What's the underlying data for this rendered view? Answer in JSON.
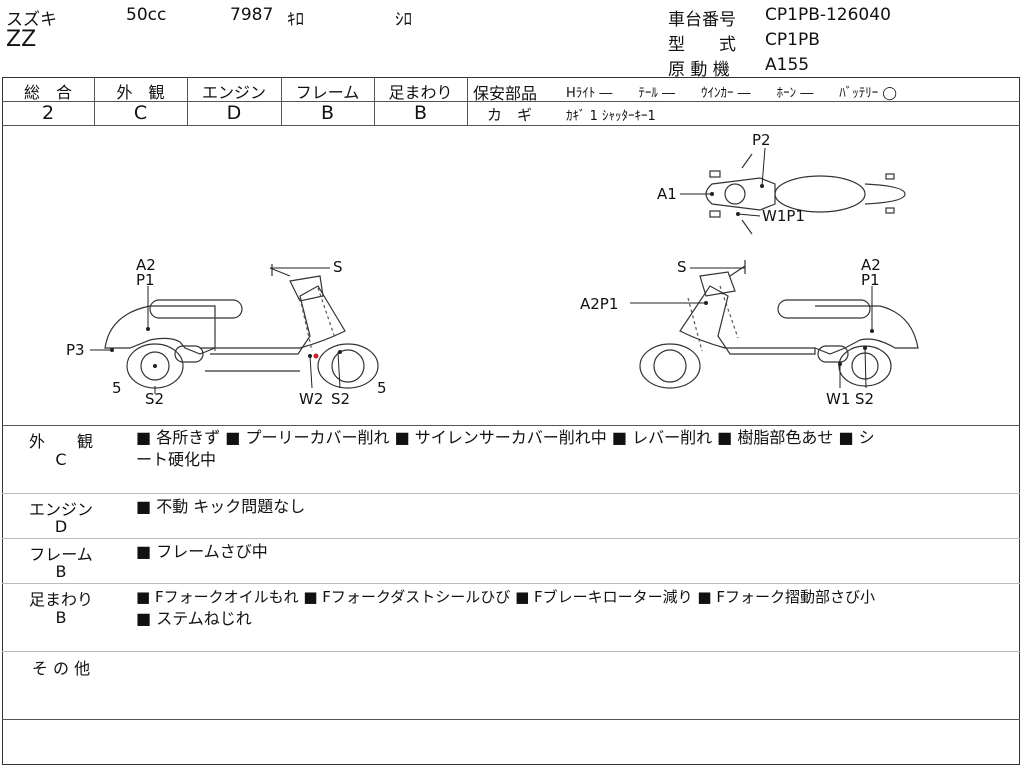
{
  "header": {
    "maker": "スズキ",
    "displacement": "50cc",
    "mileage": "7987",
    "mileage_unit": "ｷﾛ",
    "color": "ｼﾛ",
    "model": "ZZ",
    "frame_no_label": "車台番号",
    "frame_no_value": "CP1PB-126040",
    "type_label": "型　　式",
    "type_value": "CP1PB",
    "engine_label": "原 動 機",
    "engine_value": "A155"
  },
  "grades": {
    "overall_label": "総　合",
    "overall_value": "2",
    "exterior_label": "外　観",
    "exterior_value": "C",
    "engine_label": "エンジン",
    "engine_value": "D",
    "frame_label": "フレーム",
    "frame_value": "B",
    "suspension_label": "足まわり",
    "suspension_value": "B"
  },
  "safety": {
    "label": "保安部品",
    "items": "Hﾗｲﾄ ―　　ﾃｰﾙ ―　　ｳｲﾝｶｰ ―　　ﾎｰﾝ ―　　ﾊﾞｯﾃﾘｰ ◯",
    "key_label": "カ　ギ",
    "key_value": "ｶｷﾞ 1 ｼｬｯﾀｰｷｰ1"
  },
  "diagram_labels": {
    "top_p2": "P2",
    "top_a1": "A1",
    "top_w1p1": "W1P1",
    "left_a2": "A2",
    "left_p1": "P1",
    "left_s": "S",
    "left_p3": "P3",
    "left_5a": "5",
    "left_s2a": "S2",
    "left_w2": "W2",
    "left_s2b": "S2",
    "left_5b": "5",
    "right_s": "S",
    "right_a2": "A2",
    "right_p1": "P1",
    "right_a2p1": "A2P1",
    "right_w1": "W1",
    "right_s2": "S2"
  },
  "remarks": {
    "exterior_label": "外　　観",
    "exterior_grade": "C",
    "exterior_line1": "■ 各所きず ■ プーリーカバー削れ ■ サイレンサーカバー削れ中 ■ レバー削れ ■ 樹脂部色あせ ■ シ",
    "exterior_line2": "ート硬化中",
    "engine_label": "エンジン",
    "engine_grade": "D",
    "engine_line1": "■ 不動 キック問題なし",
    "frame_label": "フレーム",
    "frame_grade": "B",
    "frame_line1": "■ フレームさび中",
    "suspension_label": "足まわり",
    "suspension_grade": "B",
    "suspension_line1": "■ Fフォークオイルもれ ■ Fフォークダストシールひび ■ Fブレーキローター減り ■ Fフォーク摺動部さび小",
    "suspension_line2": "■ ステムねじれ",
    "other_label": "そ の 他"
  }
}
